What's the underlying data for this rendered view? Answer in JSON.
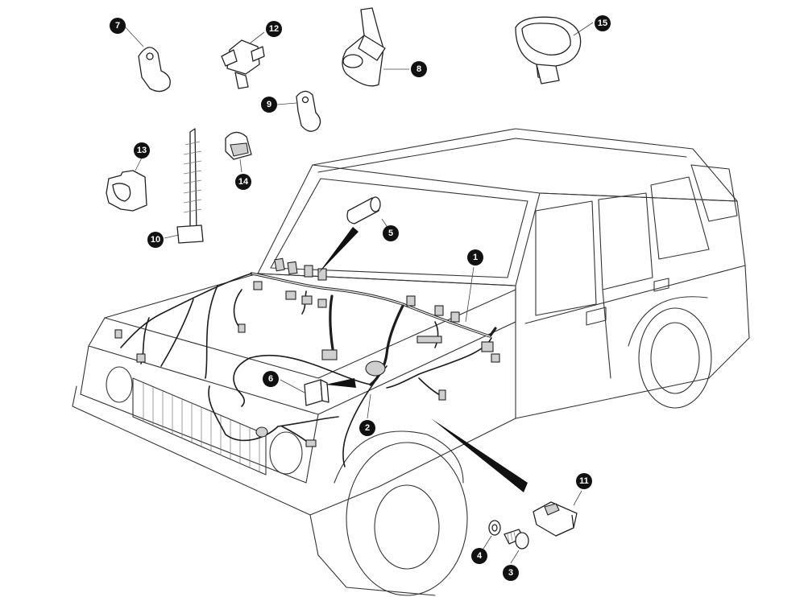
{
  "figure": {
    "callouts": [
      {
        "id": "callout-1",
        "label": "1",
        "part": "main-harness"
      },
      {
        "id": "callout-2",
        "label": "2",
        "part": "harness-connector"
      },
      {
        "id": "callout-3",
        "label": "3",
        "part": "screw"
      },
      {
        "id": "callout-4",
        "label": "4",
        "part": "washer"
      },
      {
        "id": "callout-5",
        "label": "5",
        "part": "connector-cover"
      },
      {
        "id": "callout-6",
        "label": "6",
        "part": "relay-connector"
      },
      {
        "id": "callout-7",
        "label": "7",
        "part": "p-clip"
      },
      {
        "id": "callout-8",
        "label": "8",
        "part": "cable-tie-clip"
      },
      {
        "id": "callout-9",
        "label": "9",
        "part": "p-clip-small"
      },
      {
        "id": "callout-10",
        "label": "10",
        "part": "fir-tree-tie"
      },
      {
        "id": "callout-11",
        "label": "11",
        "part": "harness-clip"
      },
      {
        "id": "callout-12",
        "label": "12",
        "part": "push-clip"
      },
      {
        "id": "callout-13",
        "label": "13",
        "part": "pipe-clip"
      },
      {
        "id": "callout-14",
        "label": "14",
        "part": "edge-clip"
      },
      {
        "id": "callout-15",
        "label": "15",
        "part": "strap-clip"
      }
    ],
    "colors": {
      "line": "#333333",
      "callout_fill": "#111111",
      "callout_text": "#ffffff",
      "background": "#ffffff"
    }
  }
}
